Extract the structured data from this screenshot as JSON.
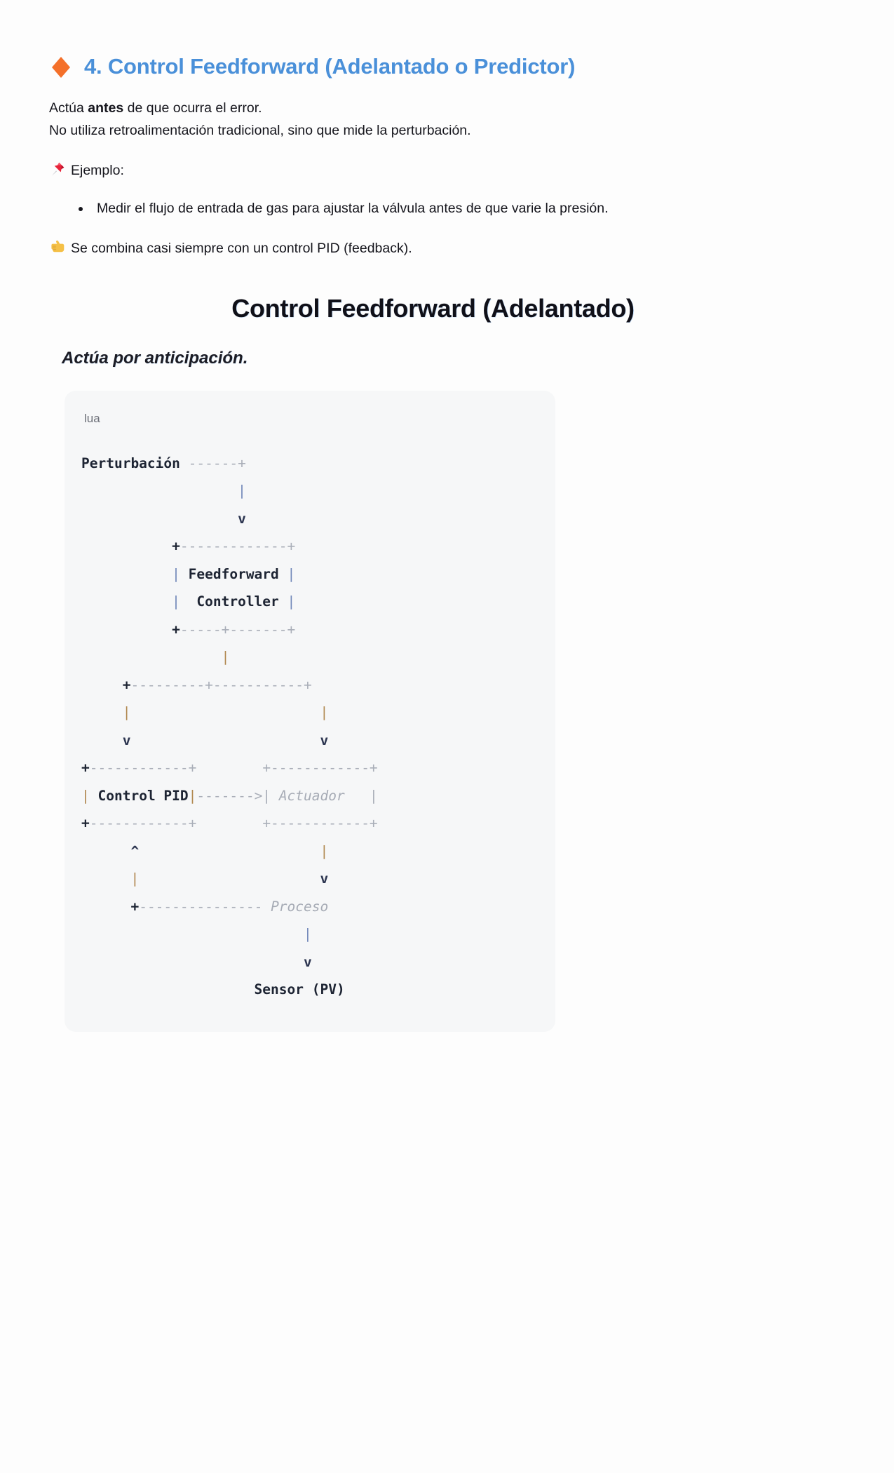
{
  "header": {
    "icon": "orange-diamond-icon",
    "icon_color": "#f4702a",
    "title": "4. Control Feedforward (Adelantado o Predictor)",
    "title_color": "#4a90d9"
  },
  "body": {
    "line1_prefix": "Actúa ",
    "line1_bold": "antes",
    "line1_suffix": " de que ocurra el error.",
    "line2": "No utiliza retroalimentación tradicional, sino que mide la perturbación.",
    "example_icon": "pushpin-icon",
    "example_label": "Ejemplo:",
    "bullets": [
      "Medir el flujo de entrada de gas para ajustar la válvula antes de que varie la presión."
    ],
    "tip_icon": "pointing-right-icon",
    "tip_text": "Se combina casi siempre con un control PID (feedback)."
  },
  "figure": {
    "title": "Control Feedforward (Adelantado)",
    "subtitle": "Actúa por anticipación.",
    "code_language": "lua",
    "diagram_labels": {
      "disturbance": "Perturbación",
      "feedforward": "Feedforward",
      "controller": "Controller",
      "pid": "Control PID",
      "actuator": "Actuador",
      "process": "Proceso",
      "sensor": "Sensor (PV)"
    },
    "ascii_lines": [
      "Perturbación ------+",
      "                   |",
      "                   v",
      "           +-------------+",
      "           | Feedforward |",
      "           |  Controller |",
      "           +-----+-------+",
      "                 |",
      "     +-----------+-----------+",
      "     |                       |",
      "     v                       v",
      "+------------+        +------------+",
      "| Control PID|------->|  Actuador  |",
      "+------------+        +------------+",
      "      ^                      |",
      "      |                      v",
      "      +---------------- Proceso",
      "                           |",
      "                           v",
      "                     Sensor (PV)"
    ]
  },
  "colors": {
    "page_background": "#fdfdfd",
    "code_background": "#f6f7f8",
    "accent_blue": "#4a90d9",
    "accent_orange": "#f4702a",
    "text": "#15151c",
    "muted": "#a6abb5"
  }
}
